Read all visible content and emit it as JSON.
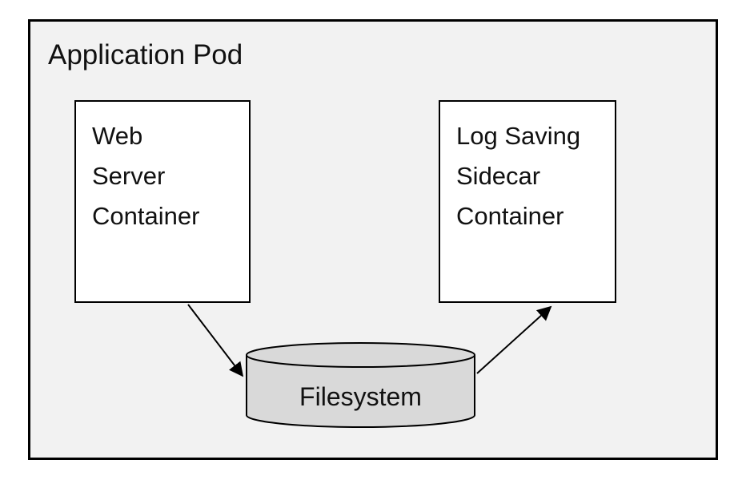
{
  "diagram": {
    "title": "Application Pod",
    "nodes": {
      "web_server": {
        "label": "Web Server Container",
        "lines": [
          "Web",
          "Server",
          "Container"
        ]
      },
      "sidecar": {
        "label": "Log Saving Sidecar Container",
        "lines": [
          "Log Saving",
          "Sidecar",
          "Container"
        ]
      },
      "filesystem": {
        "label": "Filesystem",
        "shape": "cylinder"
      }
    },
    "edges": [
      {
        "from": "Web Server Container",
        "to": "Filesystem"
      },
      {
        "from": "Filesystem",
        "to": "Log Saving Sidecar Container"
      }
    ],
    "colors": {
      "pod_background": "#f2f2f2",
      "node_background": "#ffffff",
      "cylinder_fill": "#d9d9d9",
      "stroke": "#000000"
    }
  }
}
